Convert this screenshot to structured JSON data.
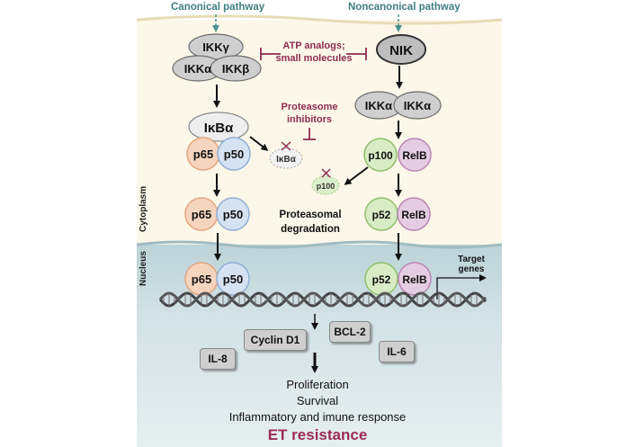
{
  "headers": {
    "canonical": "Canonical pathway",
    "noncanonical": "Noncanonical pathway"
  },
  "regions": {
    "cytoplasm": "Cytoplasm",
    "nucleus": "Nucleus"
  },
  "inhibitors": {
    "atp_line1": "ATP analogs;",
    "atp_line2": "small molecules",
    "prot_line1": "Proteasome",
    "prot_line2": "inhibitors"
  },
  "canonical": {
    "ikk_gamma": "IKKγ",
    "ikk_alpha": "IKKα",
    "ikk_beta": "IKKβ",
    "ikb_alpha": "IκBα",
    "p65": "p65",
    "p50": "p50",
    "ikb_degraded": "IκBα"
  },
  "noncanonical": {
    "nik": "NIK",
    "ikk_alpha_1": "IKKα",
    "ikk_alpha_2": "IKKα",
    "p100": "p100",
    "relb": "RelB",
    "p52": "p52",
    "p100_degraded": "p100"
  },
  "degradation": {
    "line1": "Proteasomal",
    "line2": "degradation"
  },
  "target": {
    "line1": "Target",
    "line2": "genes"
  },
  "genes": {
    "bcl2": "BCL-2",
    "cyclin_d1": "Cyclin D1",
    "il6": "IL-6",
    "il8": "IL-8"
  },
  "outcomes": {
    "proliferation": "Proliferation",
    "survival": "Survival",
    "inflammatory": "Inflammatory and imune response",
    "et_resistance": "ET resistance"
  },
  "colors": {
    "cytoplasm_bg": "#fcf7e8",
    "nucleus_bg": "#d4e3e6",
    "inhibitor": "#8c2c4f",
    "pathway_header": "#3f7f7f",
    "p65_fill": "#f6d5bf",
    "p65_stroke": "#e3a57d",
    "p50_fill": "#d5e2f2",
    "p50_stroke": "#8fafd6",
    "p100_fill": "#d7ecc4",
    "p100_stroke": "#8fbf6a",
    "relb_fill": "#e4cde3",
    "relb_stroke": "#b985b6",
    "ikk_fill": "#cfcfcf",
    "et_resistance": "#9b2c55"
  }
}
